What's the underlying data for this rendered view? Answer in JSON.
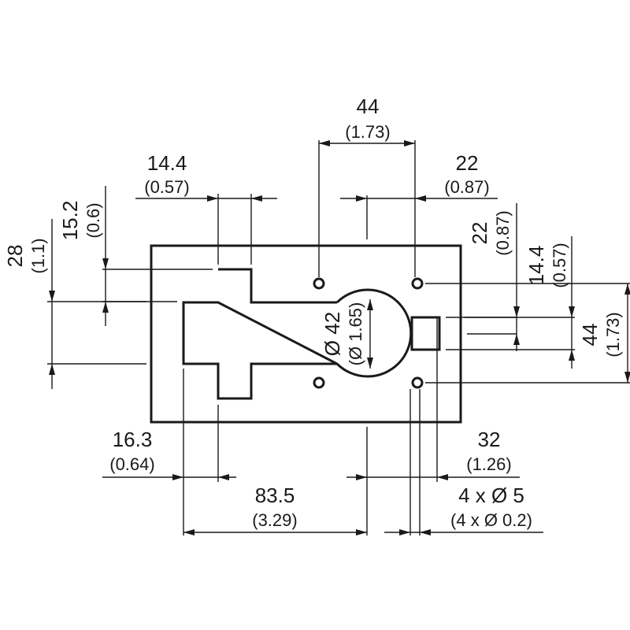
{
  "dimensions": {
    "width_44": {
      "mm": "44",
      "inch": "(1.73)"
    },
    "cutout_14_4": {
      "mm": "14.4",
      "inch": "(0.57)"
    },
    "offset_22_top": {
      "mm": "22",
      "inch": "(0.87)"
    },
    "height_28": {
      "mm": "28",
      "inch": "(1.1)"
    },
    "height_15_2": {
      "mm": "15.2",
      "inch": "(0.6)"
    },
    "offset_22_right": {
      "mm": "22",
      "inch": "(0.87)"
    },
    "slot_14_4_right": {
      "mm": "14.4",
      "inch": "(0.57)"
    },
    "height_44_right": {
      "mm": "44",
      "inch": "(1.73)"
    },
    "bore_diameter": {
      "mm": "Ø 42",
      "inch": "(Ø 1.65)"
    },
    "offset_16_3": {
      "mm": "16.3",
      "inch": "(0.64)"
    },
    "distance_83_5": {
      "mm": "83.5",
      "inch": "(3.29)"
    },
    "offset_32": {
      "mm": "32",
      "inch": "(1.26)"
    },
    "holes": {
      "mm": "4 x Ø 5",
      "inch": "(4 x Ø 0.2)"
    }
  },
  "colors": {
    "line": "#1a1a1a",
    "background": "#ffffff"
  }
}
